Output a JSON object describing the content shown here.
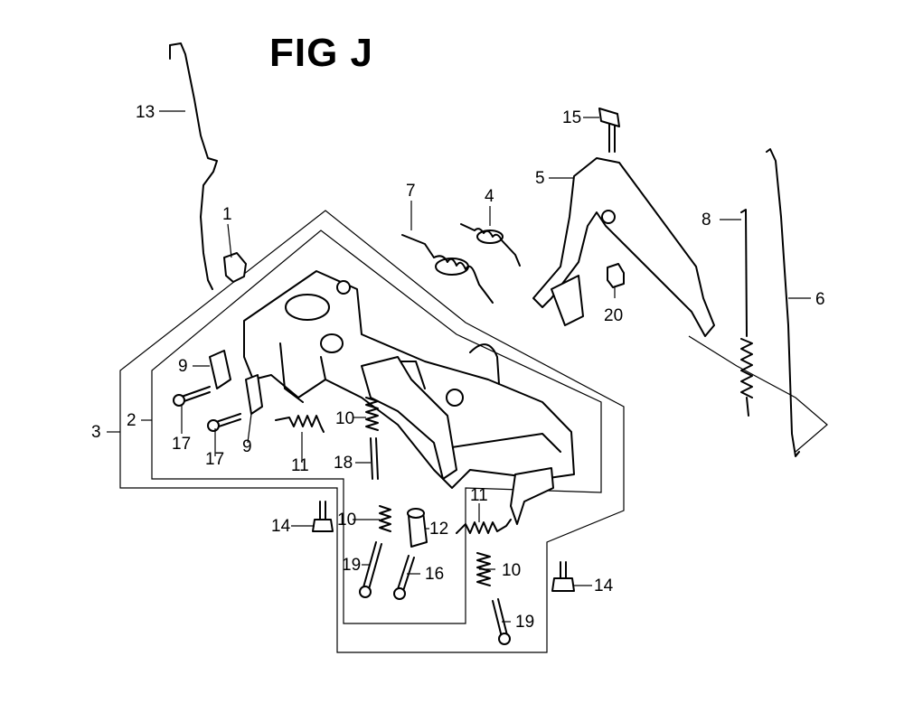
{
  "figure": {
    "title": "FIG J"
  },
  "callouts": [
    "1",
    "2",
    "3",
    "4",
    "5",
    "6",
    "7",
    "8",
    "9",
    "9",
    "10",
    "10",
    "10",
    "11",
    "11",
    "12",
    "13",
    "14",
    "14",
    "15",
    "16",
    "17",
    "17",
    "18",
    "19",
    "19",
    "20"
  ]
}
